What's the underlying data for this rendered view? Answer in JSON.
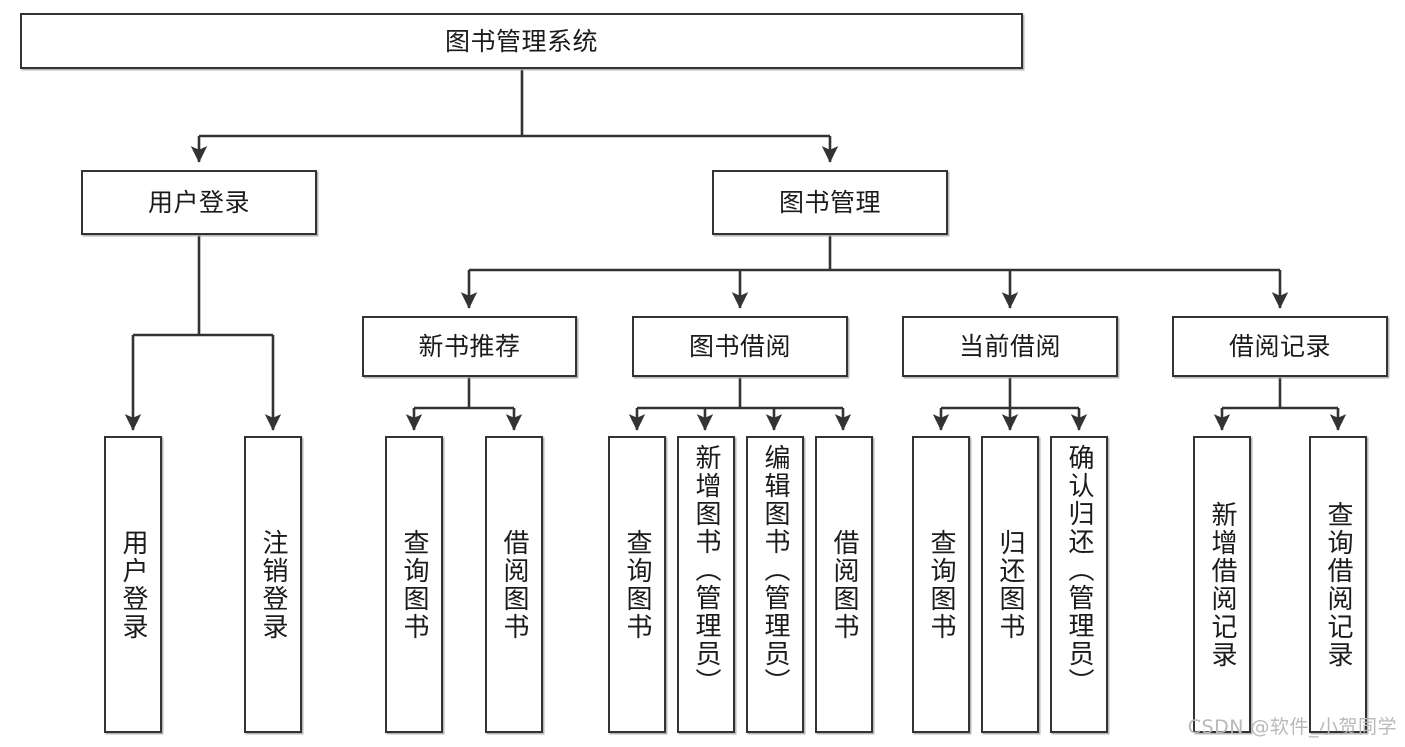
{
  "diagram": {
    "title": "图书管理系统",
    "type": "tree-hierarchy-diagram",
    "watermark": "CSDN @软件_小贺同学",
    "colors": {
      "box_border": "#333333",
      "box_fill": "#ffffff",
      "connector": "#333333",
      "text": "#1b1b1b",
      "watermark": "#b9b9b9",
      "background": "#ffffff"
    }
  },
  "nodes": {
    "root": {
      "label": "图书管理系统"
    },
    "level2": [
      {
        "id": "user-login",
        "label": "用户登录"
      },
      {
        "id": "book-management",
        "label": "图书管理"
      }
    ],
    "level3": [
      {
        "id": "new-book-recommend",
        "label": "新书推荐"
      },
      {
        "id": "book-borrow",
        "label": "图书借阅"
      },
      {
        "id": "current-borrow",
        "label": "当前借阅"
      },
      {
        "id": "borrow-record",
        "label": "借阅记录"
      }
    ],
    "leaves": {
      "user_login": [
        {
          "id": "leaf-user-login",
          "label": "用户登录"
        },
        {
          "id": "leaf-logout-login",
          "label": "注销登录"
        }
      ],
      "new_book_recommend": [
        {
          "id": "leaf-query-book-1",
          "label": "查询图书"
        },
        {
          "id": "leaf-borrow-book-1",
          "label": "借阅图书"
        }
      ],
      "book_borrow": [
        {
          "id": "leaf-query-book-2",
          "label": "查询图书"
        },
        {
          "id": "leaf-add-book-admin",
          "label": "新增图书（管理员）"
        },
        {
          "id": "leaf-edit-book-admin",
          "label": "编辑图书（管理员）"
        },
        {
          "id": "leaf-borrow-book-2",
          "label": "借阅图书"
        }
      ],
      "current_borrow": [
        {
          "id": "leaf-query-book-3",
          "label": "查询图书"
        },
        {
          "id": "leaf-return-book",
          "label": "归还图书"
        },
        {
          "id": "leaf-confirm-return-admin",
          "label": "确认归还（管理员）"
        }
      ],
      "borrow_record": [
        {
          "id": "leaf-add-borrow-record",
          "label": "新增借阅记录"
        },
        {
          "id": "leaf-query-borrow-record",
          "label": "查询借阅记录"
        }
      ]
    }
  }
}
